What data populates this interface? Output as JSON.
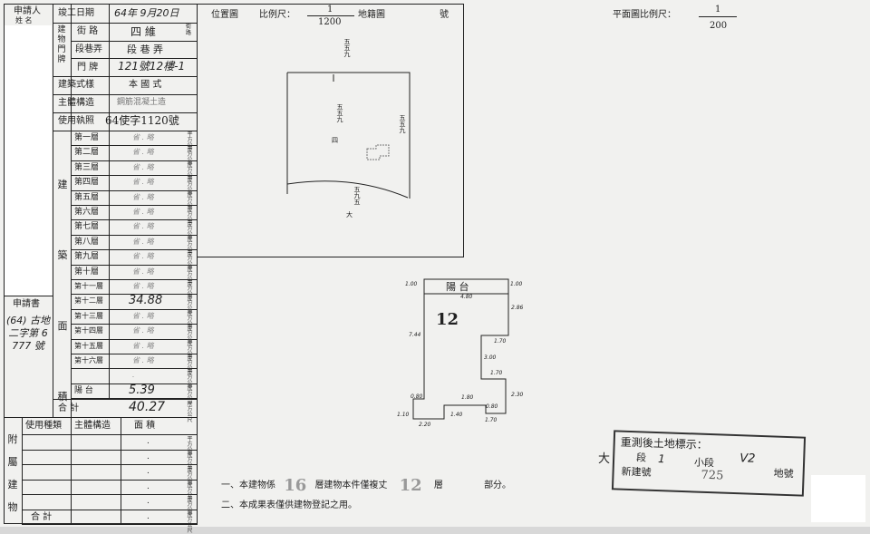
{
  "left_form": {
    "applicant_label": "申請人",
    "applicant_name_label": "姓 名",
    "completion_date_label": "竣工日期",
    "completion_date": "64年 9月20日",
    "building_address_label": "建物門牌",
    "street_label": "街 路",
    "street_value": "四 維",
    "street_suffix": "街路",
    "lane_label": "段巷弄",
    "lane_value": "段 巷 弄",
    "number_label": "門 牌",
    "number_value": "121號12樓-1",
    "building_style_label": "建築式樣",
    "building_style_value": "本 國 式",
    "structure_label": "主體構造",
    "structure_value": "鋼筋混凝土造",
    "license_label": "使用執照",
    "license_value": "64使字1120號",
    "floor_area_label": "建 築 面 積",
    "floors": [
      {
        "name": "第一層",
        "value": "省 . 略"
      },
      {
        "name": "第二層",
        "value": "省 . 略"
      },
      {
        "name": "第三層",
        "value": "省 . 略"
      },
      {
        "name": "第四層",
        "value": "省 . 略"
      },
      {
        "name": "第五層",
        "value": "省 . 略"
      },
      {
        "name": "第六層",
        "value": "省 . 略"
      },
      {
        "name": "第七層",
        "value": "省 . 略"
      },
      {
        "name": "第八層",
        "value": "省 . 略"
      },
      {
        "name": "第九層",
        "value": "省 . 略"
      },
      {
        "name": "第十層",
        "value": "省 . 略"
      },
      {
        "name": "第十一層",
        "value": "省 . 略"
      },
      {
        "name": "第十二層",
        "value": "34.88"
      },
      {
        "name": "第十三層",
        "value": "省 . 略"
      },
      {
        "name": "第十四層",
        "value": "省 . 略"
      },
      {
        "name": "第十五層",
        "value": "省 . 略"
      },
      {
        "name": "第十六層",
        "value": "省 . 略"
      },
      {
        "name": "",
        "value": "."
      },
      {
        "name": "陽 台",
        "value": "5.39"
      }
    ],
    "unit_label": "平方公尺",
    "total_label": "合 計",
    "total_value": "40.27",
    "application_label": "申請書",
    "application_number": "(64) 古地二字第 6777 號",
    "annex_label": "附屬建物",
    "annex_headers": [
      "使用種類",
      "主體構造",
      "面 積"
    ],
    "annex_rows": [
      ".",
      ".",
      ".",
      ".",
      ".",
      "."
    ],
    "annex_total_label": "合 計"
  },
  "location_map": {
    "title": "位置圖",
    "scale_label": "比例尺：",
    "scale_numerator": "1",
    "scale_denominator": "1200",
    "cadastral_label": "地籍圖",
    "number_suffix": "號",
    "parcel_labels": [
      "五五九",
      "五五九",
      "五五九",
      "五九五"
    ],
    "road_labels": [
      "四",
      "大"
    ]
  },
  "floor_plan": {
    "scale_label": "平面圖比例尺：",
    "scale_numerator": "1",
    "scale_denominator": "200",
    "balcony_label": "陽 台",
    "floor_number": "12",
    "dimensions": [
      "1.00",
      "4.80",
      "1.00",
      "2.86",
      "7.44",
      "1.70",
      "3.00",
      "1.70",
      "0.80",
      "1.80",
      "0.80",
      "2.30",
      "1.10",
      "2.20",
      "1.40",
      "1.70"
    ]
  },
  "notes": [
    {
      "prefix": "一、本建物係",
      "floors": "16",
      "mid": "層建物本件僅複丈",
      "floor": "12",
      "suffix": "層",
      "tail": "部分。"
    },
    {
      "text": "二、本成果表僅供建物登記之用。"
    }
  ],
  "stamp": {
    "title": "重測後土地標示：",
    "prefix": "大",
    "section_label": "段",
    "section_value": "1",
    "subsection_label": "小段",
    "subsection_value": "V2",
    "parcel_label": "地號",
    "new_building_label": "新建號",
    "new_building_value": "725"
  }
}
